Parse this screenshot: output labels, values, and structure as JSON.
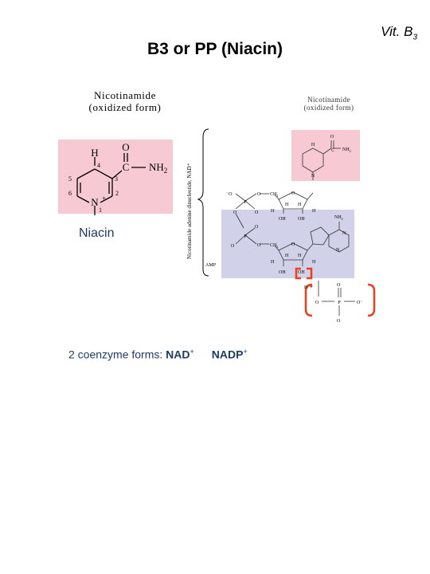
{
  "slide": {
    "vit_tag": "Vit. B",
    "vit_sub": "3",
    "title": "B3 or PP (Niacin)"
  },
  "nicotinamide_left": {
    "heading_1": "Nicotinamide",
    "heading_2": "(oxidized form)",
    "atom_h": "H",
    "atom_o": "O",
    "atom_c": "C",
    "atom_nh2": "NH",
    "nh2_sub": "2",
    "atom_n": "N",
    "n_charge": "+",
    "pos_4": "4",
    "pos_3": "3",
    "pos_5": "5",
    "pos_6": "6",
    "pos_2": "2",
    "pos_1": "1",
    "caption": "Niacin"
  },
  "nad_structure": {
    "heading_1": "Nicotinamide",
    "heading_2": "(oxidized form)",
    "vertical_label": "Nicotinamide adenine dinucleotide, NAD⁺",
    "amp_label": "AMP",
    "nicotinamide_h": "H",
    "nicotinamide_o": "O",
    "nicotinamide_c": "C",
    "nicotinamide_nh2": "NH",
    "nicotinamide_nh2_sub": "2",
    "nicotinamide_n": "N",
    "phosphate_o_minus": "⁻O",
    "phosphate_p": "P",
    "phosphate_o": "O",
    "ch2": "CH",
    "ch2_sub": "2",
    "ring_o": "O",
    "h": "H",
    "oh": "OH",
    "adenine_nh2": "NH",
    "adenine_nh2_sub": "2",
    "adenine_n": "N",
    "nadp_phosphate_p": "P",
    "nadp_phosphate_o": "O",
    "nadp_phosphate_o_minus": "O⁻"
  },
  "coenzymes": {
    "prefix": "2 coenzyme forms: ",
    "nad": "NAD",
    "nad_charge": "+",
    "nadp": "NADP",
    "nadp_charge": "+"
  },
  "colors": {
    "pink_box": "#f7c9d3",
    "lavender_box": "#d2d1ea",
    "red_bracket": "#e8411c",
    "text_blue": "#1f3c64"
  }
}
